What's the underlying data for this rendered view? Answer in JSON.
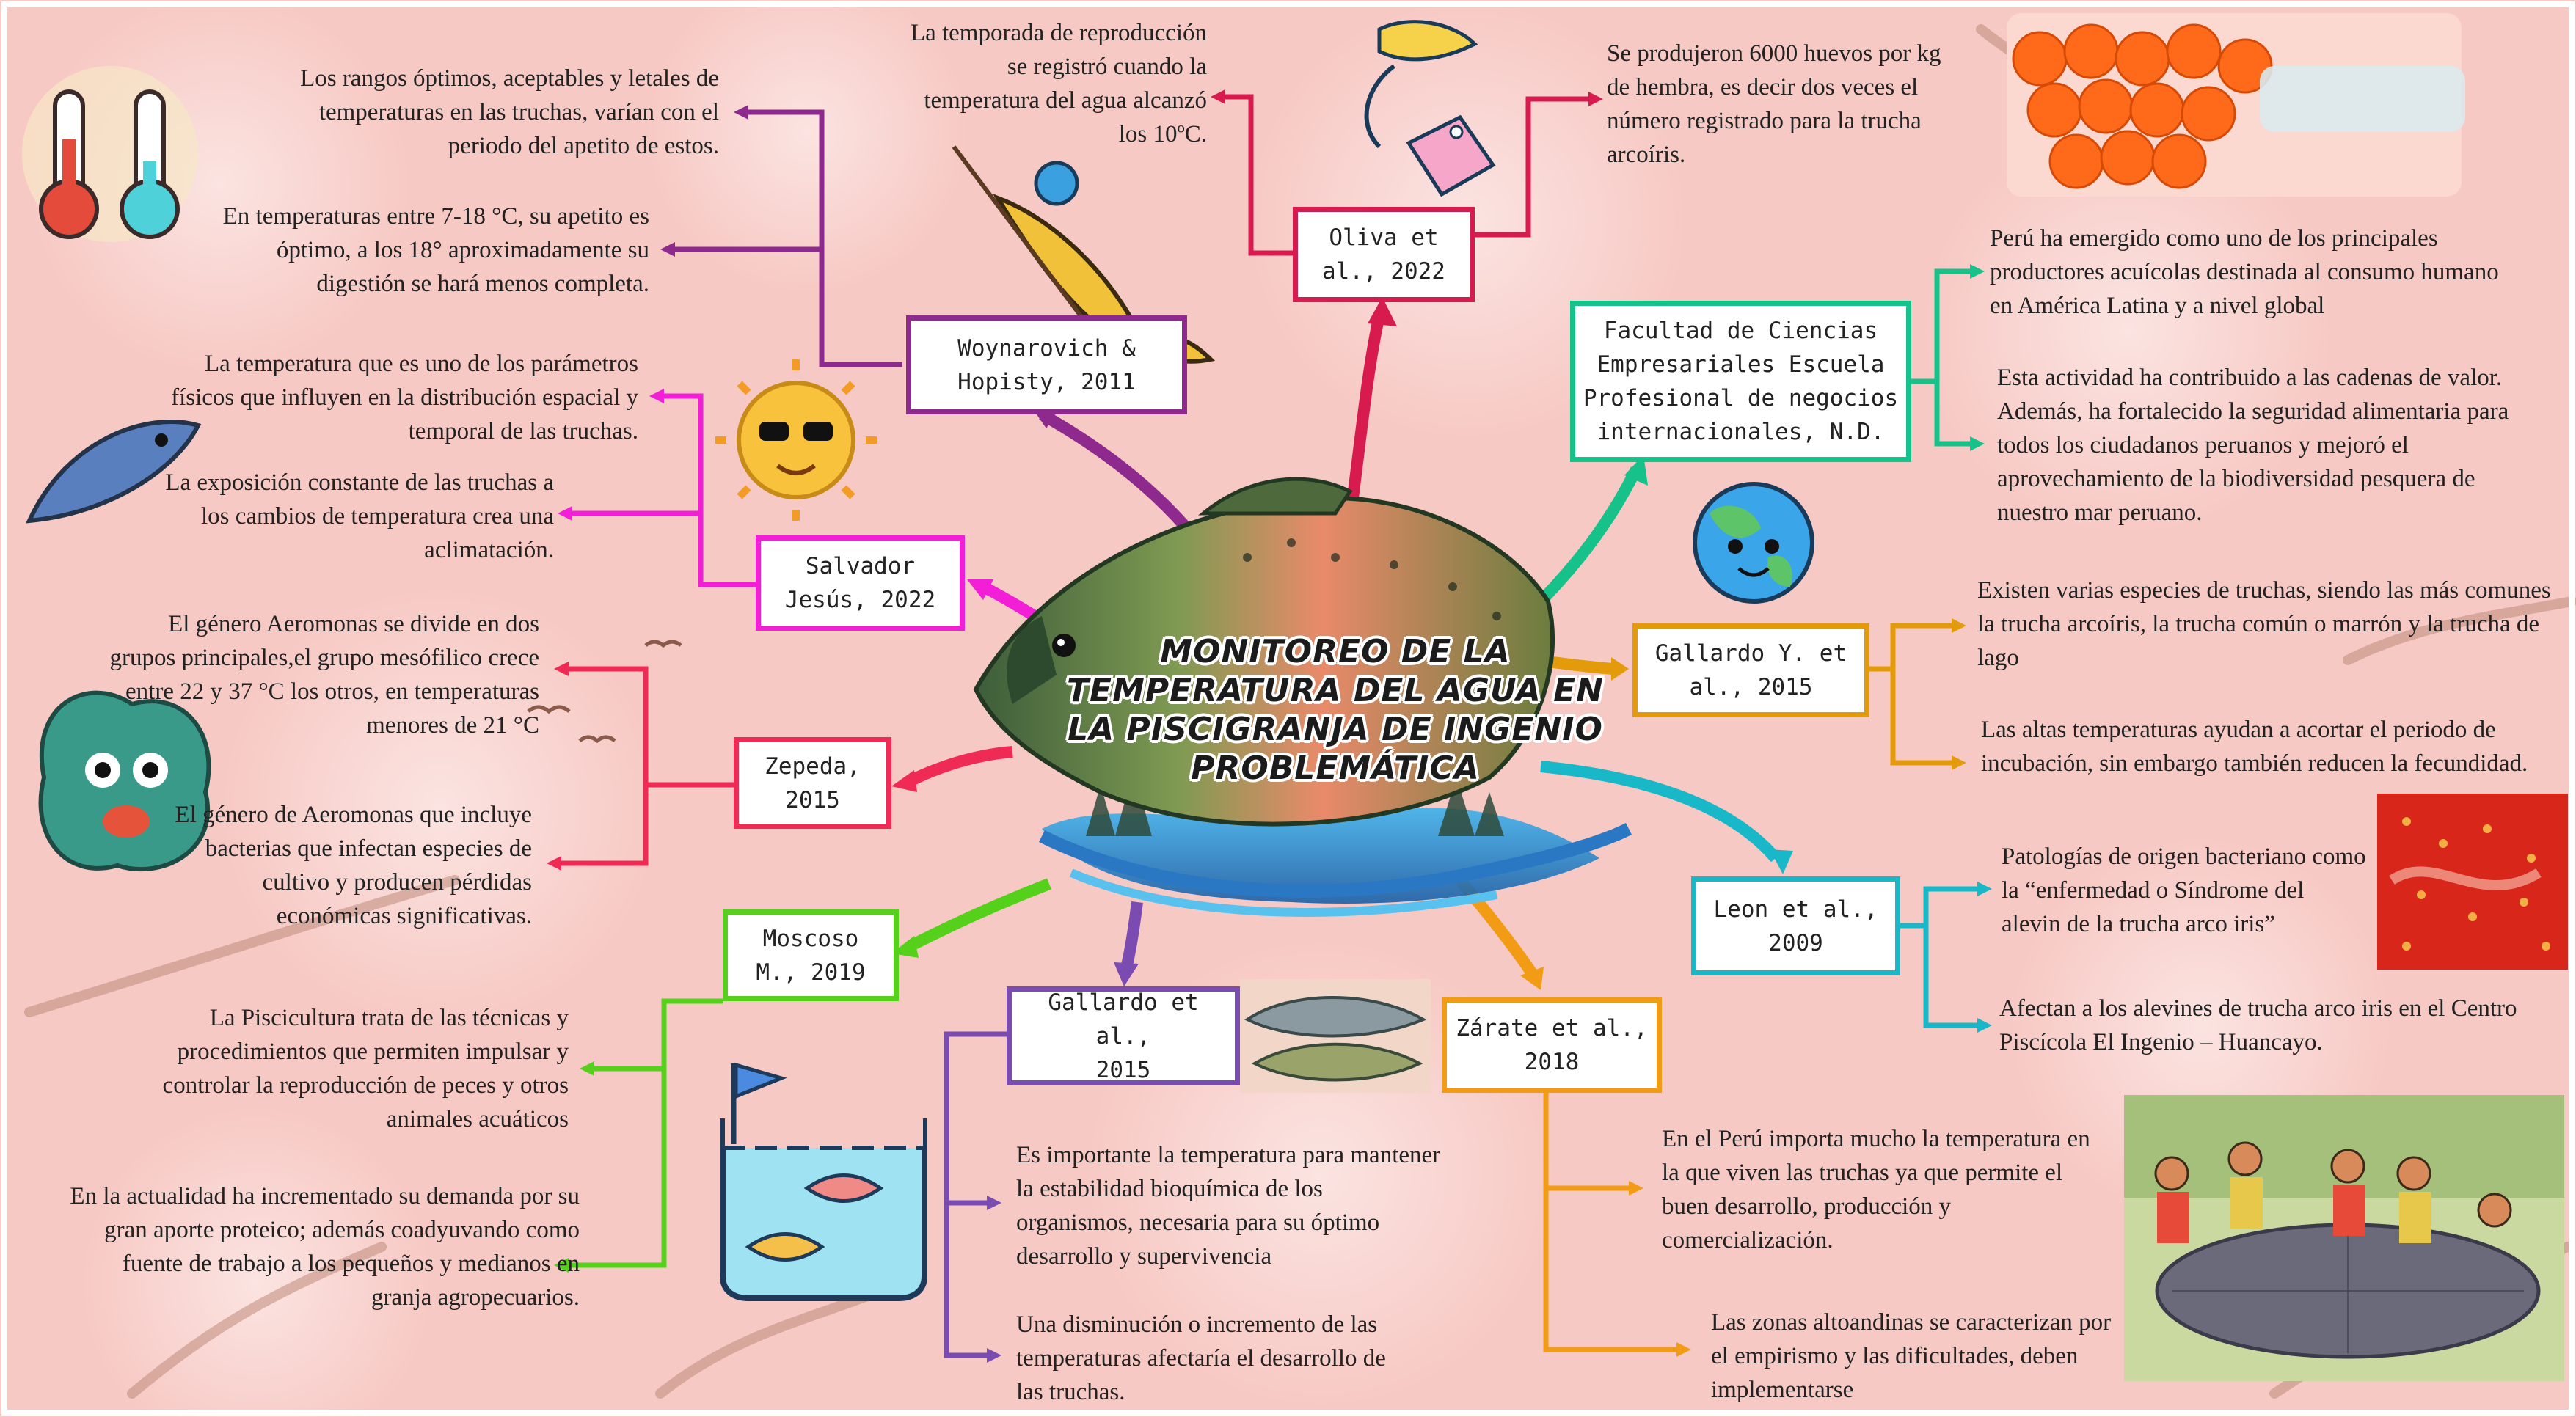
{
  "title": "MONITOREO DE LA TEMPERATURA DEL AGUA EN LA PISCIGRANJA DE INGENIO PROBLEMÁTICA",
  "colors": {
    "background": "#f7c9c4",
    "woynarovich": "#8e2a8e",
    "oliva": "#d81b4f",
    "facultad": "#16c28a",
    "gallardo_y": "#e39a0b",
    "leon": "#19b8c9",
    "zarate": "#f29b14",
    "gallardo": "#7a4bb0",
    "moscoso": "#56d11b",
    "zepeda": "#ef2b55",
    "salvador": "#f21fd6"
  },
  "nodes": {
    "woynarovich": {
      "label": "Woynarovich &\nHopisty, 2011",
      "notes": [
        "Los rangos óptimos, aceptables y letales de temperaturas en las truchas, varían con el periodo del apetito de estos.",
        "En temperaturas entre 7-18 °C, su apetito es óptimo, a los 18° aproximadamente su digestión se hará menos completa."
      ]
    },
    "oliva": {
      "label": "Oliva et\nal., 2022",
      "notes": [
        "La temporada de reproducción se registró cuando la temperatura del agua alcanzó los 10ºC.",
        "Se produjeron 6000 huevos por kg de hembra, es decir dos veces el número registrado para la trucha arcoíris."
      ]
    },
    "facultad": {
      "label": "Facultad de Ciencias\nEmpresariales Escuela\nProfesional de negocios\ninternacionales, N.D.",
      "notes": [
        "Perú ha emergido como uno de los principales productores acuícolas destinada al consumo humano en América Latina y a nivel global",
        "Esta actividad ha contribuido a las cadenas de valor. Además, ha fortalecido la seguridad alimentaria para todos los ciudadanos peruanos y mejoró el aprovechamiento de la biodiversidad pesquera de nuestro mar peruano."
      ]
    },
    "gallardo_y": {
      "label": "Gallardo Y. et\nal., 2015",
      "notes": [
        "Existen varias especies de truchas, siendo las más comunes la trucha arcoíris, la trucha común o marrón y la trucha de lago",
        "Las altas temperaturas ayudan a acortar el periodo de incubación, sin embargo también reducen la fecundidad."
      ]
    },
    "leon": {
      "label": "Leon et al.,\n2009",
      "notes": [
        "Patologías de origen bacteriano como la “enfermedad o Síndrome del alevin de la trucha arco iris”",
        "Afectan a los alevines de trucha arco iris en el Centro Piscícola El Ingenio – Huancayo."
      ]
    },
    "zarate": {
      "label": "Zárate et al.,\n2018",
      "notes": [
        "En el Perú importa mucho la temperatura en la que viven las truchas ya que permite el buen desarrollo, producción y comercialización.",
        "Las zonas altoandinas se caracterizan por el empirismo y las dificultades, deben implementarse"
      ]
    },
    "gallardo": {
      "label": "Gallardo et al.,\n2015",
      "notes": [
        "Es importante la temperatura para mantener la estabilidad bioquímica de los organismos, necesaria para su óptimo desarrollo y supervivencia",
        "Una disminución o incremento de las temperaturas afectaría el desarrollo de las truchas."
      ]
    },
    "moscoso": {
      "label": "Moscoso\nM., 2019",
      "notes": [
        "La Piscicultura trata de las técnicas y procedimientos que permiten impulsar y controlar la reproducción de peces y otros animales acuáticos",
        "En la actualidad ha incrementado su demanda por su gran aporte proteico; además coadyuvando como fuente de trabajo a los pequeños y medianos en granja agropecuarios."
      ]
    },
    "zepeda": {
      "label": "Zepeda,\n2015",
      "notes": [
        "El género Aeromonas se divide en dos grupos principales,el grupo mesófilico crece entre 22 y 37 °C los otros, en temperaturas menores de 21 °C",
        "El género de Aeromonas que incluye bacterias que infectan especies de cultivo y producen pérdidas económicas significativas."
      ]
    },
    "salvador": {
      "label": "Salvador\nJesús, 2022",
      "notes": [
        "La temperatura que es uno de los parámetros físicos que influyen en la distribución espacial y temporal de las truchas.",
        "La exposición constante de las truchas a los cambios de temperatura crea una aclimatación."
      ]
    }
  }
}
